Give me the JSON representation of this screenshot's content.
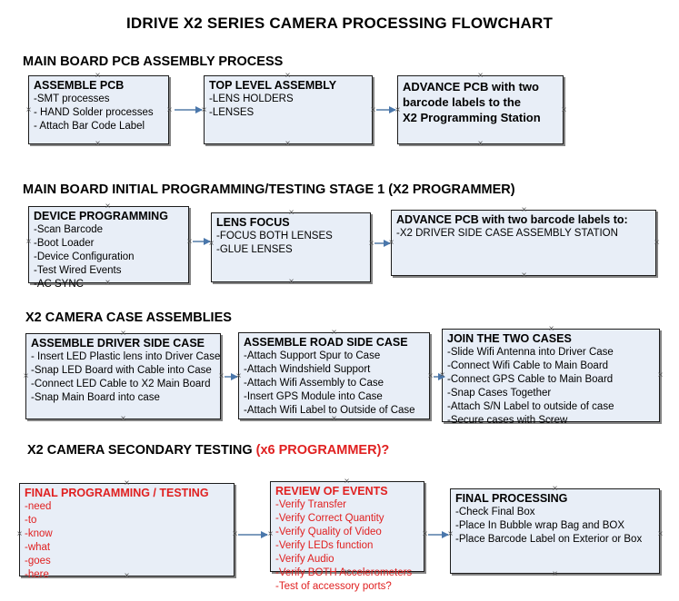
{
  "title": "IDRIVE X2  SERIES CAMERA PROCESSING FLOWCHART",
  "sections": [
    {
      "heading": "MAIN BOARD PCB ASSEMBLY PROCESS",
      "accent": ""
    },
    {
      "heading": "MAIN BOARD INITIAL PROGRAMMING/TESTING STAGE 1 (X2 PROGRAMMER)",
      "accent": ""
    },
    {
      "heading": "X2 CAMERA CASE ASSEMBLIES",
      "accent": ""
    },
    {
      "heading": "X2 CAMERA SECONDARY TESTING ",
      "accent": "(x6 PROGRAMMER)?"
    }
  ],
  "colors": {
    "node_fill": "#e8eef7",
    "node_border": "#1c1c1c",
    "connector": "#7e9cbd",
    "arrow_head": "#4a77ab",
    "text": "#000000",
    "accent_red": "#e02020"
  },
  "nodes": {
    "assemble_pcb": {
      "header": "ASSEMBLE PCB",
      "lines": [
        " -SMT processes",
        "- HAND Solder processes",
        "- Attach Bar Code Label"
      ]
    },
    "top_level_assembly": {
      "header": "TOP LEVEL ASSEMBLY",
      "lines": [
        "-LENS HOLDERS",
        "-LENSES"
      ]
    },
    "advance_pcb_station": {
      "header": "ADVANCE PCB with two",
      "lines": [
        "barcode labels to the",
        " X2 Programming Station"
      ]
    },
    "device_programming": {
      "header": "DEVICE PROGRAMMING",
      "lines": [
        "-Scan Barcode",
        "-Boot Loader",
        "-Device Configuration",
        "-Test Wired Events",
        "-AC SYNC"
      ]
    },
    "lens_focus": {
      "header": "LENS FOCUS",
      "lines": [
        "-FOCUS BOTH LENSES",
        "-GLUE LENSES"
      ]
    },
    "advance_pcb_driver_case": {
      "header": "ADVANCE PCB with two barcode labels to:",
      "lines": [
        "-X2 DRIVER  SIDE  CASE  ASSEMBLY STATION"
      ]
    },
    "assemble_driver_side_case": {
      "header": "ASSEMBLE DRIVER SIDE CASE",
      "lines": [
        "- Insert LED Plastic lens into Driver Case",
        "-Snap LED Board with Cable into Case",
        "-Connect LED Cable to X2 Main Board",
        "-Snap Main Board into case"
      ]
    },
    "assemble_road_side_case": {
      "header": "ASSEMBLE ROAD SIDE CASE",
      "lines": [
        "-Attach Support Spur to Case",
        "-Attach Windshield Support",
        "-Attach Wifi Assembly to Case",
        "-Insert GPS Module into Case",
        "-Attach Wifi Label to Outside of Case"
      ]
    },
    "join_the_two_cases": {
      "header": "JOIN THE TWO CASES",
      "lines": [
        "-Slide Wifi Antenna into Driver Case",
        "-Connect Wifi Cable to Main Board",
        "-Connect GPS Cable to Main Board",
        "-Snap Cases Together",
        "-Attach S/N Label to outside of case",
        "-Secure cases with Screw"
      ]
    },
    "final_programming_testing": {
      "header": "FINAL PROGRAMMING / TESTING",
      "lines": [
        "-need",
        "-to",
        "-know",
        "-what",
        "-goes",
        "-here"
      ]
    },
    "review_of_events": {
      "header": "REVIEW OF EVENTS",
      "lines": [
        "-Verify Transfer",
        "-Verify Correct Quantity",
        "-Verify Quality of Video",
        "-Verify LEDs function",
        "-Verify Audio",
        "-Verify BOTH Accelerometers",
        "-Test of accessory ports?"
      ]
    },
    "final_processing": {
      "header": "FINAL PROCESSING",
      "lines": [
        " -Check Final Box",
        "-Place In Bubble wrap Bag and BOX",
        "-Place Barcode Label on Exterior or Box"
      ]
    }
  }
}
